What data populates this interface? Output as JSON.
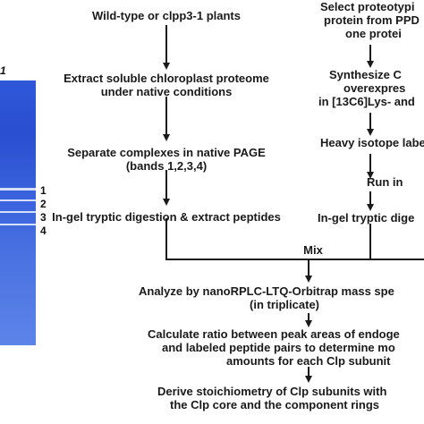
{
  "left_column": {
    "step1": "Wild-type or clpp3-1 plants",
    "step2_line1": "Extract soluble chloroplast proteome",
    "step2_line2": "under native conditions",
    "step3_line1": "Separate complexes in native PAGE",
    "step3_line2": "(bands 1,2,3,4)",
    "step4": "In-gel tryptic digestion & extract peptides"
  },
  "right_column": {
    "step1_line1": "Select proteotypi",
    "step1_line2": "protein from PPD",
    "step1_line3": "one protei",
    "step2_line1": "Synthesize C",
    "step2_line2": "overexpres",
    "step2_line3": "in [13C6]Lys- and",
    "step3": "Heavy isotope labe",
    "step4": "Run in",
    "step5": "In-gel tryptic dige"
  },
  "merge": {
    "mix": "Mix",
    "analyze_line1": "Analyze by nanoRPLC-LTQ-Orbitrap mass spe",
    "analyze_line2": "(in triplicate)",
    "calc_line1": "Calculate ratio between peak areas of endoge",
    "calc_line2": "and labeled peptide pairs  to determine mo",
    "calc_line3": "amounts for each Clp subunit",
    "derive_line1": "Derive stoichiometry of Clp subunits with",
    "derive_line2": "the Clp core and the component rings"
  },
  "gel": {
    "header": "1",
    "band_labels": [
      "1",
      "2",
      "3",
      "4"
    ]
  },
  "colors": {
    "gel_blue": "#2f58d9",
    "arrow": "#1a1a1a"
  }
}
